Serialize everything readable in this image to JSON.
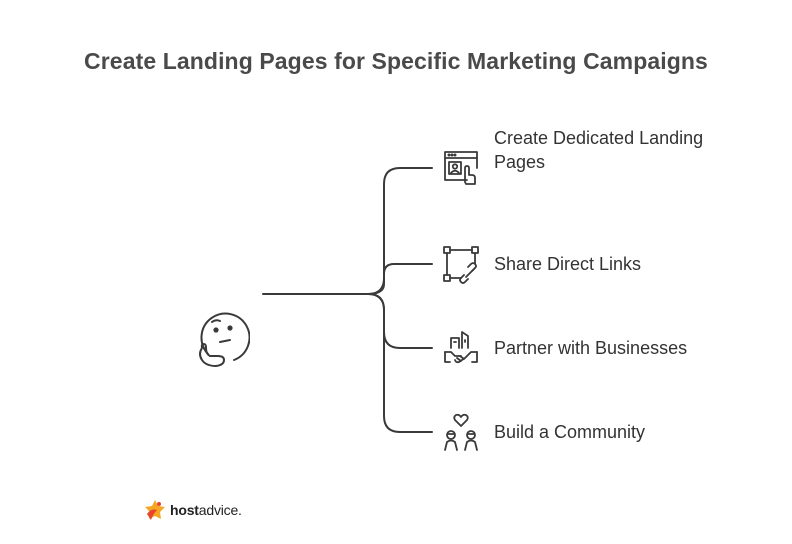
{
  "title": "Create Landing Pages for Specific Marketing Campaigns",
  "root": {
    "icon": "thinking-face-icon"
  },
  "branches": [
    {
      "label": "Create Dedicated Landing Pages",
      "icon": "browser-hand-icon"
    },
    {
      "label": "Share Direct Links",
      "icon": "link-nodes-icon"
    },
    {
      "label": "Partner with Businesses",
      "icon": "handshake-icon"
    },
    {
      "label": "Build a Community",
      "icon": "community-heart-icon"
    }
  ],
  "logo": {
    "bold": "host",
    "regular": "advice."
  },
  "colors": {
    "line": "#3a3a3a",
    "title": "#4a4a4a",
    "text": "#333333",
    "logo_orange": "#f5a623",
    "logo_red": "#e8452c"
  }
}
